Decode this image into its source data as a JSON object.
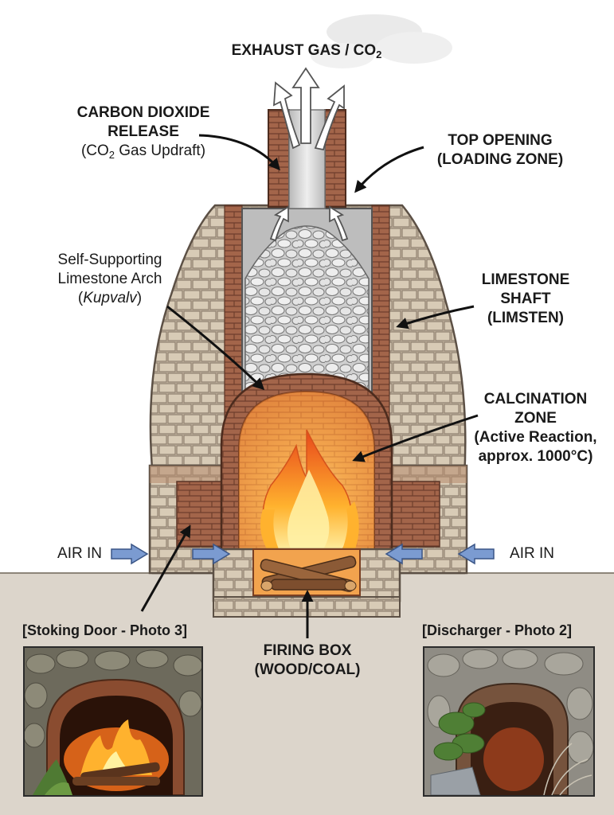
{
  "labels": {
    "exhaust": {
      "text": "EXHAUST GAS / CO",
      "sub": "2"
    },
    "co2_release": {
      "line1": "CARBON DIOXIDE",
      "line2": "RELEASE",
      "line3_pre": "(CO",
      "line3_sub": "2",
      "line3_post": " Gas Updraft)"
    },
    "top_opening": {
      "line1": "TOP OPENING",
      "line2": "(LOADING ZONE)"
    },
    "arch": {
      "line1": "Self-Supporting",
      "line2": "Limestone Arch",
      "line3_pre": "(",
      "line3_em": "Kupvalv",
      "line3_post": ")"
    },
    "shaft": {
      "line1": "LIMESTONE",
      "line2": "SHAFT",
      "line3": "(LIMSTEN)"
    },
    "calcination": {
      "line1": "CALCINATION",
      "line2": "ZONE",
      "line3": "(Active Reaction,",
      "line4": "approx. 1000°C)"
    },
    "air_left": "AIR IN",
    "air_right": "AIR IN",
    "firing_box": {
      "line1": "FIRING BOX",
      "line2": "(WOOD/COAL)"
    },
    "stoking_door": "[Stoking Door - Photo 3]",
    "discharger": "[Discharger - Photo 2]"
  },
  "colors": {
    "stone": "#c9b9a3",
    "brick": "#a5684a",
    "fire": "#f48a1e",
    "air_arrow": "#6f8fc4",
    "ground": "#d9d2c8"
  }
}
